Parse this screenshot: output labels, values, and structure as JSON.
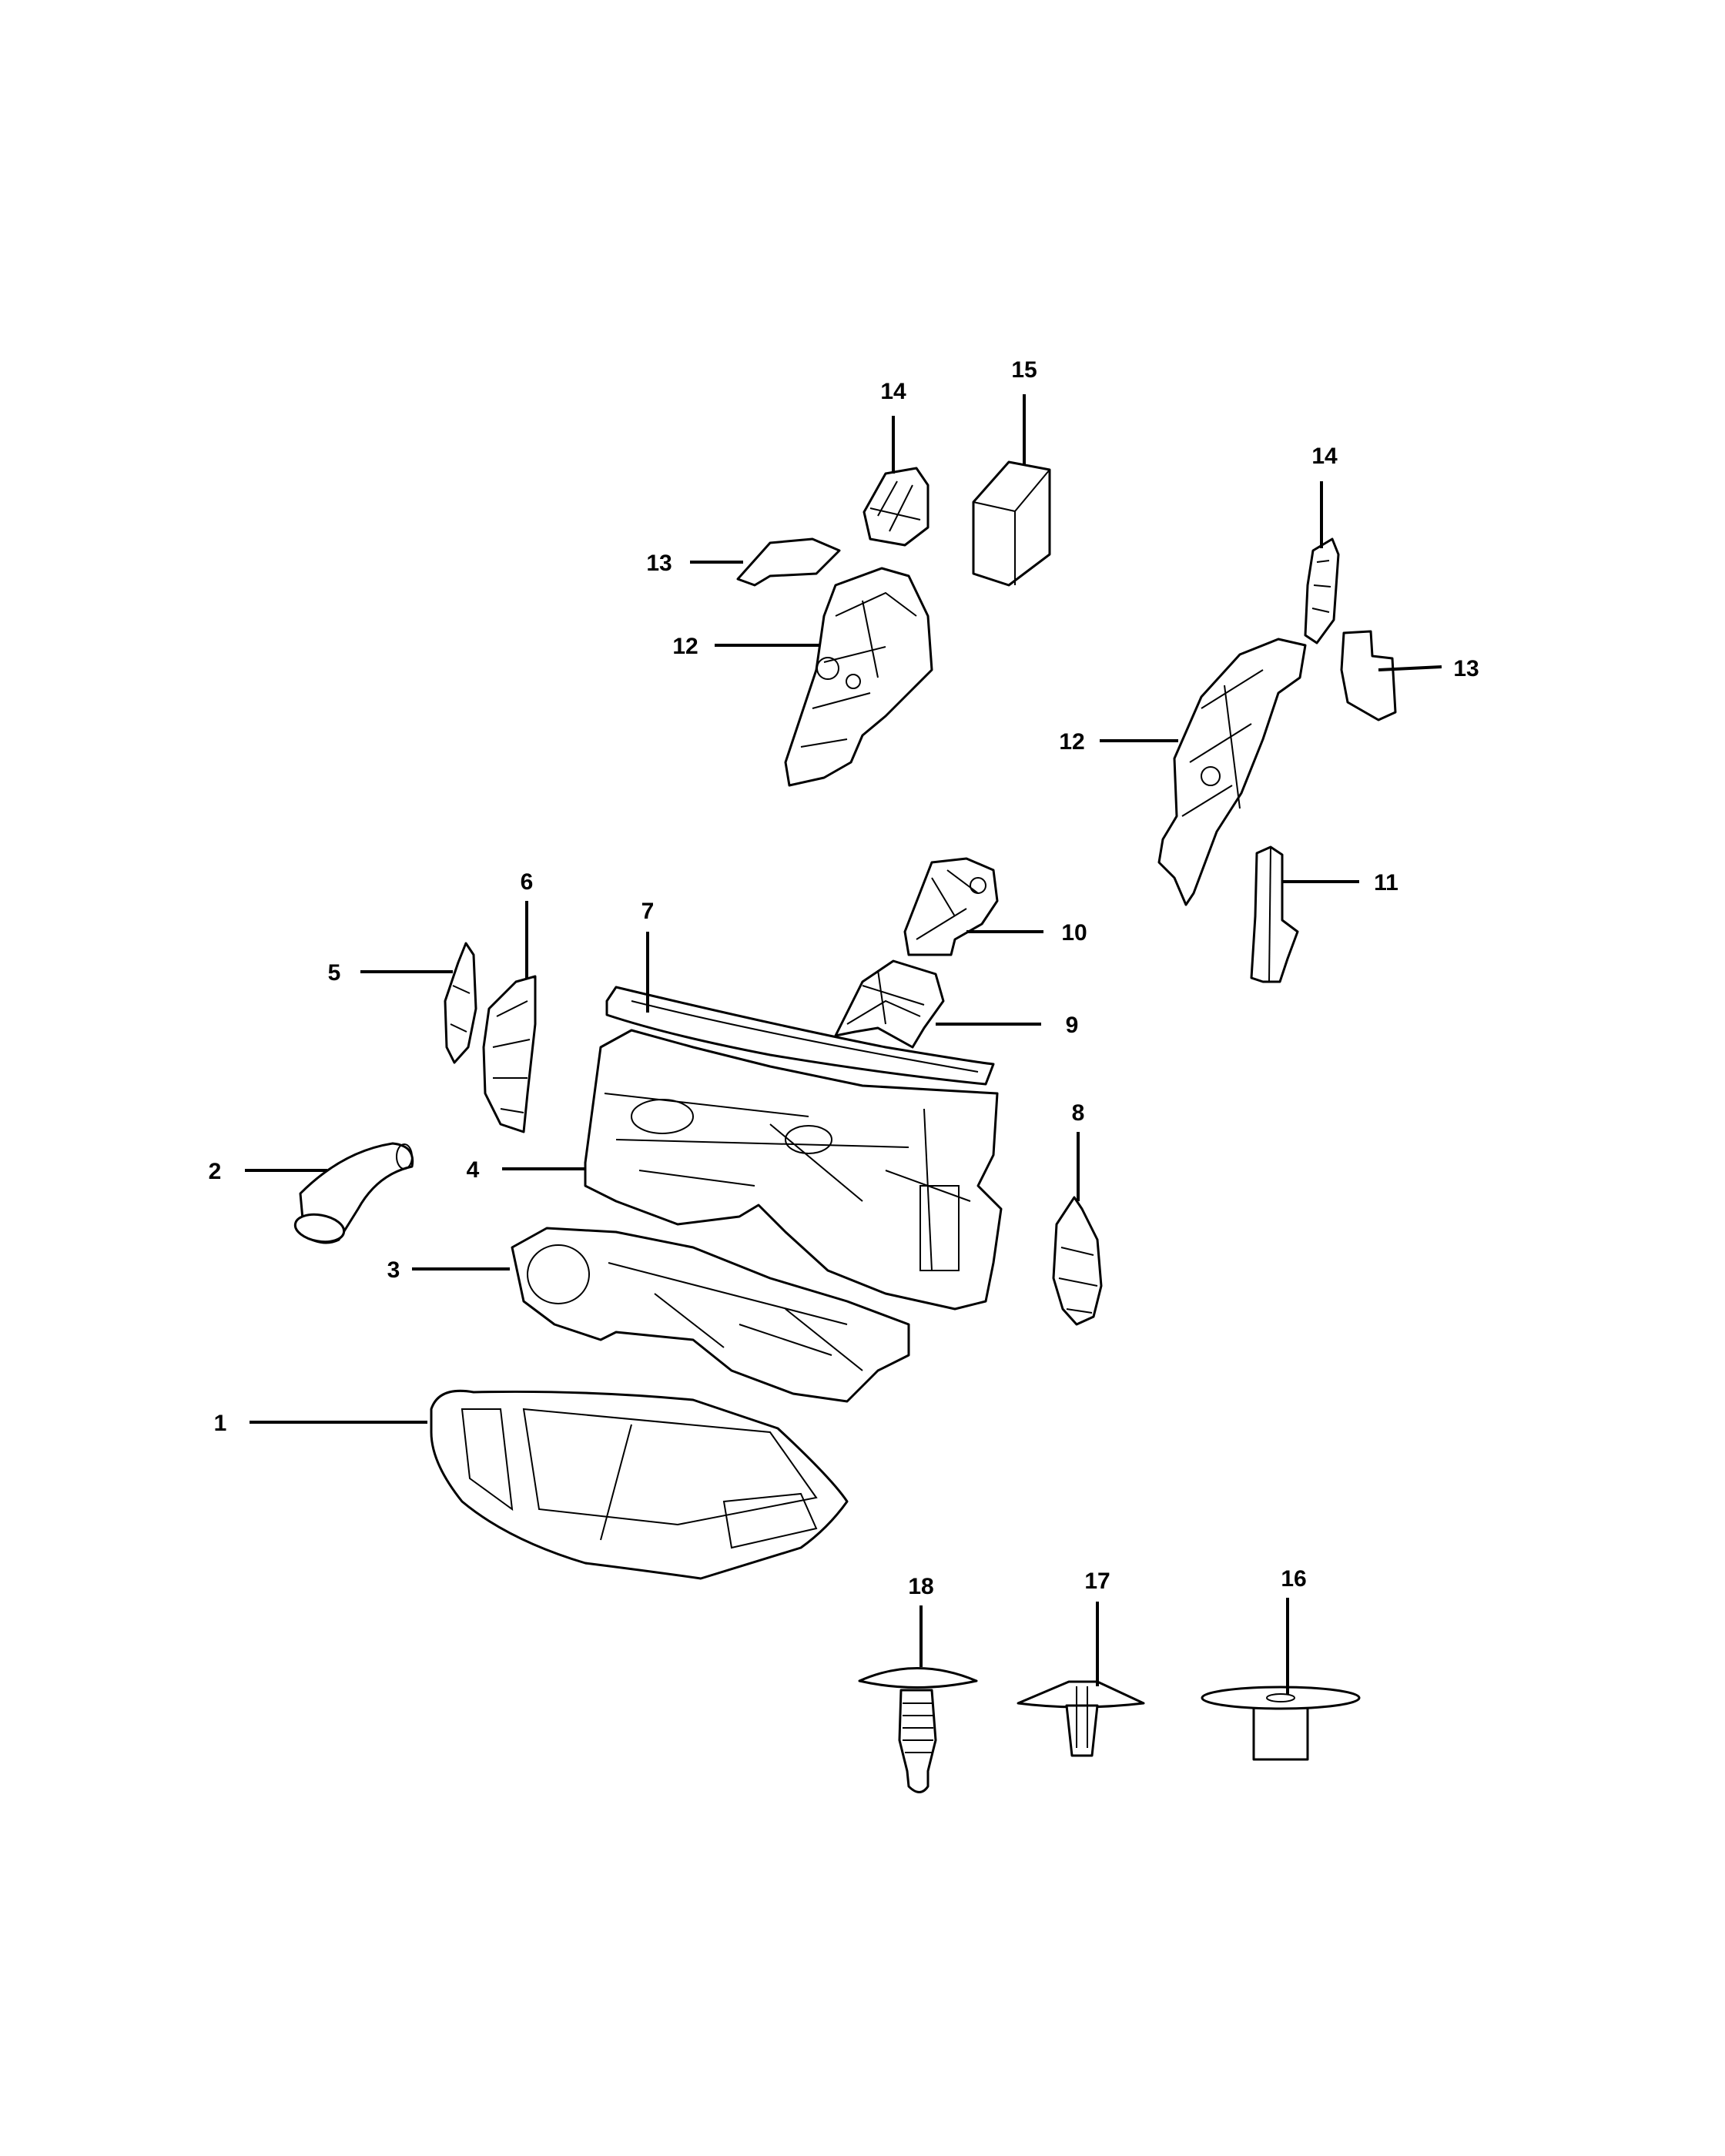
{
  "callouts": [
    {
      "id": "c1",
      "label": "1"
    },
    {
      "id": "c2",
      "label": "2"
    },
    {
      "id": "c3",
      "label": "3"
    },
    {
      "id": "c4",
      "label": "4"
    },
    {
      "id": "c5",
      "label": "5"
    },
    {
      "id": "c6",
      "label": "6"
    },
    {
      "id": "c7",
      "label": "7"
    },
    {
      "id": "c8",
      "label": "8"
    },
    {
      "id": "c9",
      "label": "9"
    },
    {
      "id": "c10",
      "label": "10"
    },
    {
      "id": "c11",
      "label": "11"
    },
    {
      "id": "c12a",
      "label": "12"
    },
    {
      "id": "c12b",
      "label": "12"
    },
    {
      "id": "c13a",
      "label": "13"
    },
    {
      "id": "c13b",
      "label": "13"
    },
    {
      "id": "c14a",
      "label": "14"
    },
    {
      "id": "c14b",
      "label": "14"
    },
    {
      "id": "c15",
      "label": "15"
    },
    {
      "id": "c16",
      "label": "16"
    },
    {
      "id": "c17",
      "label": "17"
    },
    {
      "id": "c18",
      "label": "18"
    }
  ]
}
